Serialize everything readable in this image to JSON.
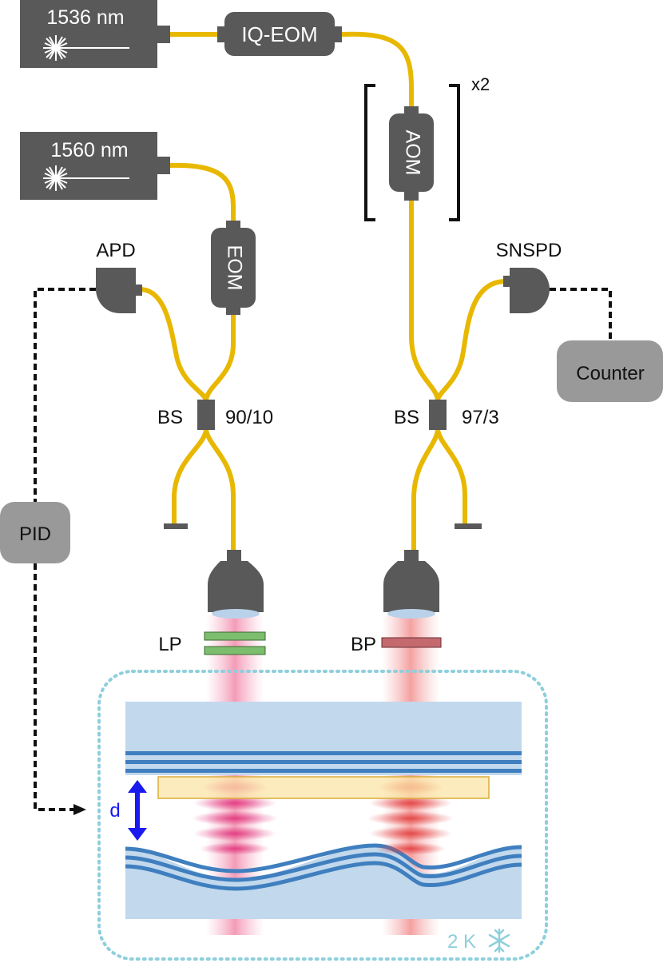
{
  "sources": [
    {
      "label": "1536 nm"
    },
    {
      "label": "1560 nm"
    }
  ],
  "modulators": {
    "iq_eom": "IQ-EOM",
    "aom": "AOM",
    "eom": "EOM"
  },
  "aom_repeat": "x2",
  "detectors": {
    "apd": "APD",
    "snspd": "SNSPD"
  },
  "electronics": {
    "counter": "Counter",
    "pid": "PID"
  },
  "splitters": [
    {
      "label": "BS",
      "ratio": "90/10"
    },
    {
      "label": "BS",
      "ratio": "97/3"
    }
  ],
  "filters": {
    "lp": "LP",
    "bp": "BP"
  },
  "cavity": {
    "gap_label": "d",
    "temperature": "2 K",
    "cryo_icon": "snowflake-icon"
  },
  "colors": {
    "fiber": "#e6b800",
    "device": "#595959",
    "electronics": "#999999",
    "cryostat": "#8ecfdc",
    "mirror_substrate": "#c2d8ec",
    "mirror_coating": "#3f7fbf",
    "membrane": "#fbe4a6",
    "gap_arrow": "#1a1aee",
    "lp_filter": "#7dbd6e",
    "bp_filter": "#c46a6f"
  }
}
